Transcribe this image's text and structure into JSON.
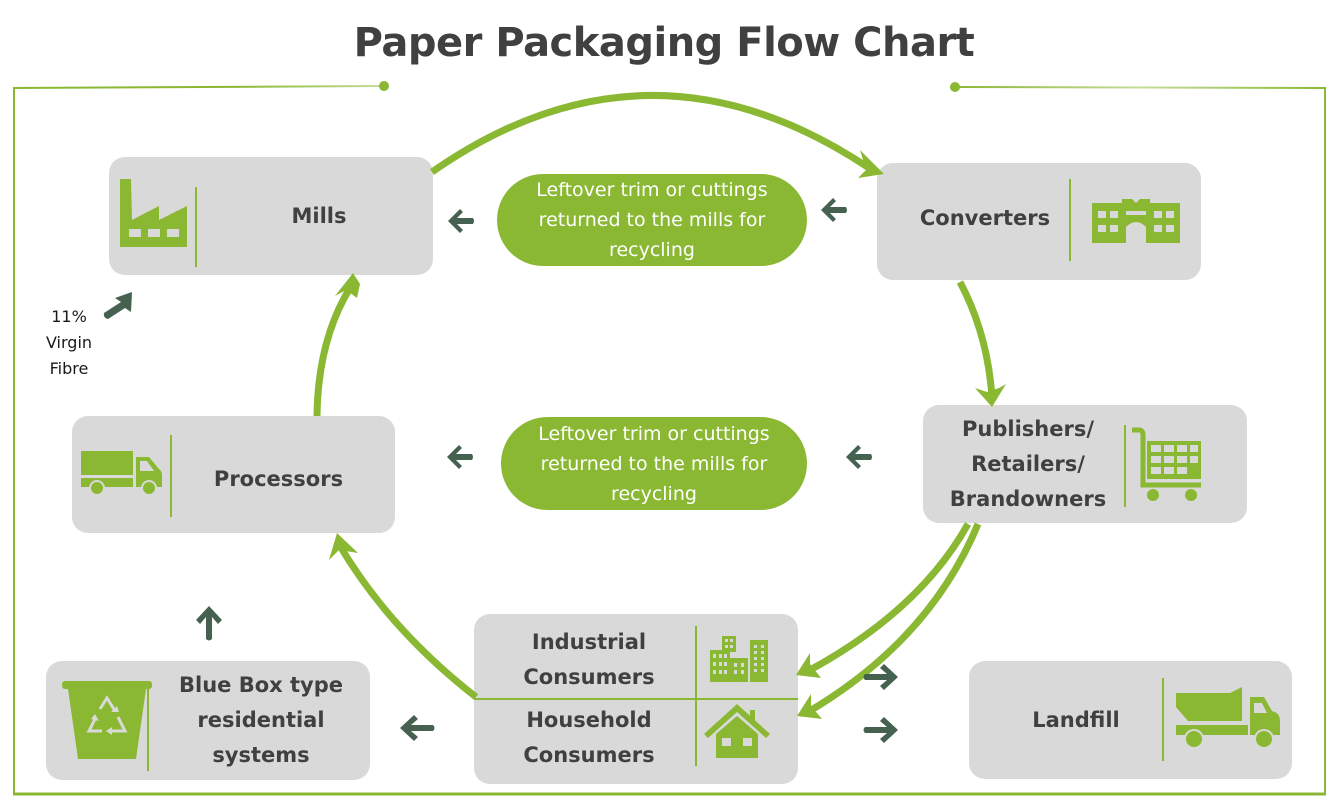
{
  "title": "Paper Packaging Flow Chart",
  "colors": {
    "accent": "#8ab833",
    "node_fill": "#d9d9d9",
    "text_dark": "#404040",
    "dark_arrow": "#45614f"
  },
  "nodes": {
    "mills": {
      "label": "Mills",
      "icon": "factory-icon"
    },
    "converters": {
      "label": "Converters",
      "icon": "building-icon"
    },
    "publishers": {
      "label": "Publishers/ Retailers/ Brandowners",
      "icon": "shopping-cart-icon"
    },
    "processors": {
      "label": "Processors",
      "icon": "truck-icon"
    },
    "consumers": {
      "industrial": {
        "label": "Industrial Consumers",
        "icon": "city-buildings-icon"
      },
      "household": {
        "label": "Household Consumers",
        "icon": "house-icon"
      }
    },
    "blue_box": {
      "label": "Blue Box type residential systems",
      "icon": "recycle-bin-icon"
    },
    "landfill": {
      "label": "Landfill",
      "icon": "dump-truck-icon"
    }
  },
  "pills": [
    {
      "text": "Leftover trim or cuttings returned to the mills for recycling"
    },
    {
      "text": "Leftover trim or cuttings returned to the mills for recycling"
    }
  ],
  "side_note": "11%\nVirgin\nFibre",
  "flows": [
    {
      "from": "Mills",
      "to": "Converters"
    },
    {
      "from": "Converters",
      "to": "Publishers/ Retailers/ Brandowners"
    },
    {
      "from": "Publishers/ Retailers/ Brandowners",
      "to": "Industrial Consumers"
    },
    {
      "from": "Publishers/ Retailers/ Brandowners",
      "to": "Household Consumers"
    },
    {
      "from": "Household Consumers",
      "to": "Processors"
    },
    {
      "from": "Processors",
      "to": "Mills"
    },
    {
      "from": "Converters",
      "to": "Mills",
      "via": "Leftover trim or cuttings returned to the mills for recycling"
    },
    {
      "from": "Publishers/ Retailers/ Brandowners",
      "to": "Processors",
      "via": "Leftover trim or cuttings returned to the mills for recycling"
    },
    {
      "from": "Household Consumers",
      "to": "Blue Box type residential systems"
    },
    {
      "from": "Blue Box type residential systems",
      "to": "Processors"
    },
    {
      "from": "Consumers",
      "to": "Landfill"
    },
    {
      "from": "Virgin Fibre",
      "to": "Mills"
    }
  ]
}
